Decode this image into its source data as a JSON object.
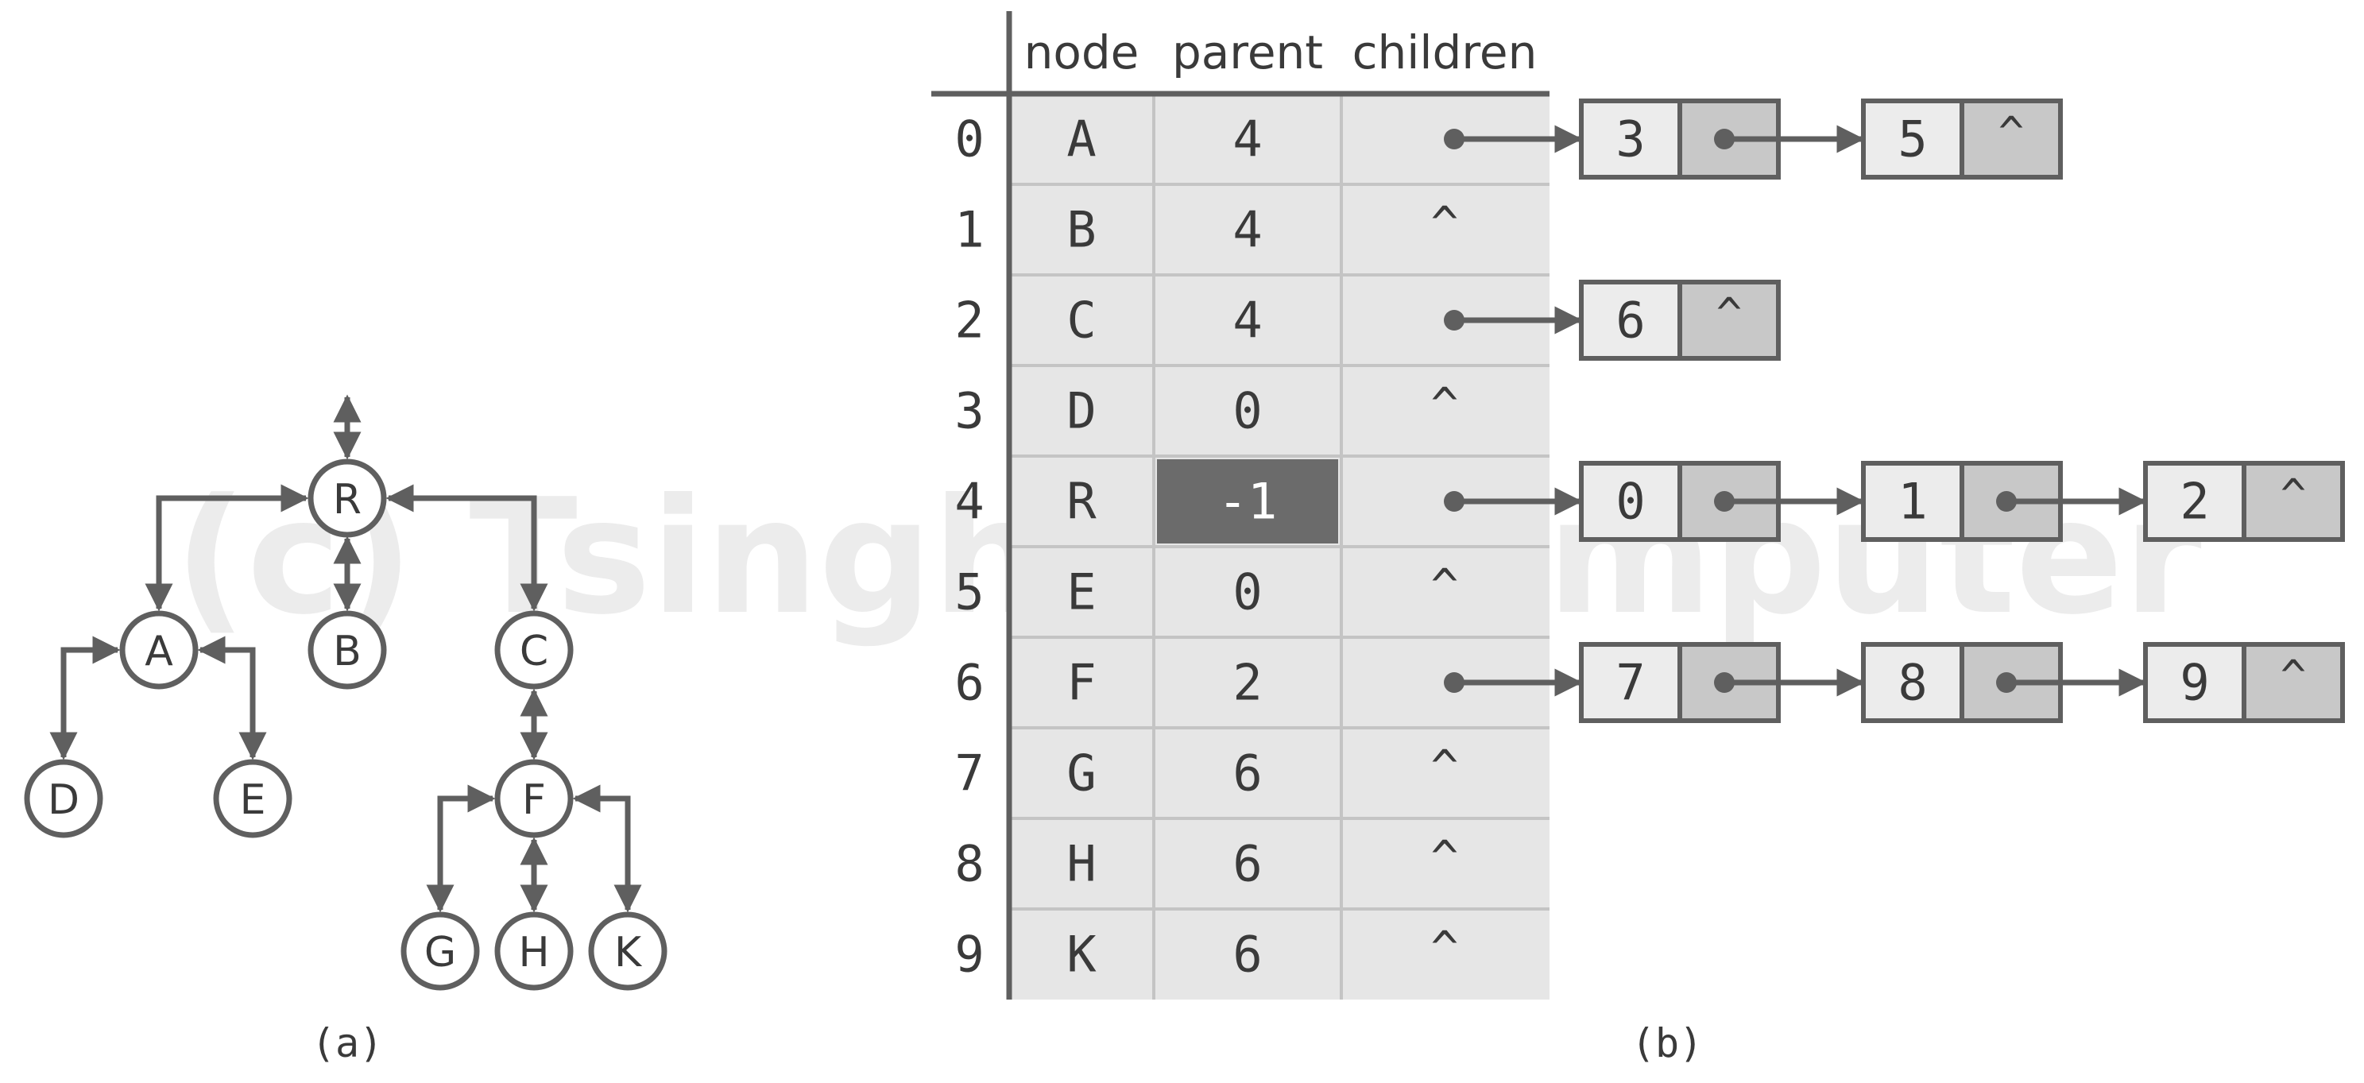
{
  "tree": {
    "root": "R",
    "nodes": [
      {
        "id": "R",
        "label": "R"
      },
      {
        "id": "A",
        "label": "A"
      },
      {
        "id": "B",
        "label": "B"
      },
      {
        "id": "C",
        "label": "C"
      },
      {
        "id": "D",
        "label": "D"
      },
      {
        "id": "E",
        "label": "E"
      },
      {
        "id": "F",
        "label": "F"
      },
      {
        "id": "G",
        "label": "G"
      },
      {
        "id": "H",
        "label": "H"
      },
      {
        "id": "K",
        "label": "K"
      }
    ],
    "edges": [
      {
        "parent": "R",
        "child": "A"
      },
      {
        "parent": "R",
        "child": "B"
      },
      {
        "parent": "R",
        "child": "C"
      },
      {
        "parent": "A",
        "child": "D"
      },
      {
        "parent": "A",
        "child": "E"
      },
      {
        "parent": "C",
        "child": "F"
      },
      {
        "parent": "F",
        "child": "G"
      },
      {
        "parent": "F",
        "child": "H"
      },
      {
        "parent": "F",
        "child": "K"
      }
    ]
  },
  "table": {
    "headers": {
      "node": "node",
      "parent": "parent",
      "children": "children"
    },
    "null_symbol": "^",
    "rows": [
      {
        "index": "0",
        "node": "A",
        "parent": "4",
        "children": [
          "3",
          "5"
        ]
      },
      {
        "index": "1",
        "node": "B",
        "parent": "4",
        "children": []
      },
      {
        "index": "2",
        "node": "C",
        "parent": "4",
        "children": [
          "6"
        ]
      },
      {
        "index": "3",
        "node": "D",
        "parent": "0",
        "children": []
      },
      {
        "index": "4",
        "node": "R",
        "parent": "-1",
        "children": [
          "0",
          "1",
          "2"
        ],
        "highlight_parent": true
      },
      {
        "index": "5",
        "node": "E",
        "parent": "0",
        "children": []
      },
      {
        "index": "6",
        "node": "F",
        "parent": "2",
        "children": [
          "7",
          "8",
          "9"
        ]
      },
      {
        "index": "7",
        "node": "G",
        "parent": "6",
        "children": []
      },
      {
        "index": "8",
        "node": "H",
        "parent": "6",
        "children": []
      },
      {
        "index": "9",
        "node": "K",
        "parent": "6",
        "children": []
      }
    ]
  },
  "captions": {
    "left": "(a)",
    "right": "(b)"
  },
  "watermark": "(c) Tsinghua Computer",
  "colors": {
    "stroke": "#5f5f5f",
    "text": "#3a3a3a",
    "table_fill": "#e6e6e6",
    "cell_border": "#c4c4c4",
    "highlight": "#6b6b6b",
    "highlight_text": "#ffffff",
    "list_value_fill": "#ececec",
    "list_pointer_fill": "#c8c8c8",
    "watermark": "#ececec"
  }
}
